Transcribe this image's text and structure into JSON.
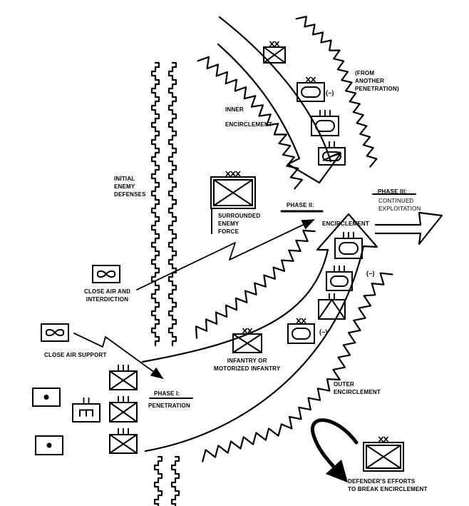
{
  "title": "Encirclement operation (tactical diagram)",
  "colors": {
    "ink": "#000000",
    "paper": "#ffffff"
  },
  "labels": {
    "initial_defenses": [
      "INITIAL",
      "ENEMY",
      "DEFENSES"
    ],
    "surrounded_force": [
      "SURROUNDED",
      "ENEMY",
      "FORCE"
    ],
    "surrounded_force_echelon": "XXX",
    "inner_encirclement": [
      "INNER",
      "ENCIRCLEMENT"
    ],
    "from_another_penetration": [
      "(FROM",
      "ANOTHER",
      "PENETRATION)"
    ],
    "phase1_heading": "PHASE I:",
    "phase1_text": "PENETRATION",
    "phase2_heading": "PHASE II:",
    "phase2_text": "ENCIRCLEMENT",
    "phase3_heading": "PHASE III:",
    "phase3_text": [
      "CONTINUED",
      "EXPLOITATION"
    ],
    "close_air_interdiction": [
      "CLOSE AIR AND",
      "INTERDICTION"
    ],
    "close_air_support": "CLOSE AIR SUPPORT",
    "infantry": [
      "INFANTRY OR",
      "MOTORIZED INFANTRY"
    ],
    "outer_encirclement": [
      "OUTER",
      "ENCIRCLEMENT"
    ],
    "defender_efforts": [
      "DEFENDER'S EFFORTS",
      "TO BREAK ENCIRCLEMENT"
    ],
    "reduced_marker": "(–)"
  },
  "symbols": [
    {
      "name": "inner-infantry-unit",
      "type": "infantry",
      "echelon": "XX"
    },
    {
      "name": "inner-armor-unit-reduced",
      "type": "armor",
      "echelon": "XX",
      "reduced": true
    },
    {
      "name": "inner-armor-regiment",
      "type": "armor",
      "echelon": "III"
    },
    {
      "name": "inner-mech-unit",
      "type": "mechanized",
      "echelon": "II"
    },
    {
      "name": "surrounded-enemy-corps",
      "type": "infantry",
      "echelon": "XXX"
    },
    {
      "name": "outer-armor-regiment-1",
      "type": "armor",
      "echelon": "III"
    },
    {
      "name": "outer-armor-regiment-2",
      "type": "armor",
      "echelon": "III",
      "reduced": true
    },
    {
      "name": "outer-airborne-unit",
      "type": "airborne",
      "echelon": "II"
    },
    {
      "name": "outer-armor-division-reduced",
      "type": "armor",
      "echelon": "XX",
      "reduced": true
    },
    {
      "name": "infantry-division",
      "type": "infantry",
      "echelon": "XX"
    },
    {
      "name": "air-aviation-1",
      "type": "aviation"
    },
    {
      "name": "air-aviation-2",
      "type": "aviation"
    },
    {
      "name": "penetration-infantry-1",
      "type": "infantry",
      "echelon": "III"
    },
    {
      "name": "penetration-infantry-2",
      "type": "infantry",
      "echelon": "III"
    },
    {
      "name": "penetration-infantry-3",
      "type": "infantry",
      "echelon": "III"
    },
    {
      "name": "engineer-unit",
      "type": "engineer",
      "echelon": "II"
    },
    {
      "name": "reserve-unit-1",
      "type": "unit"
    },
    {
      "name": "reserve-unit-2",
      "type": "unit"
    },
    {
      "name": "defender-division",
      "type": "infantry",
      "echelon": "XX"
    }
  ]
}
